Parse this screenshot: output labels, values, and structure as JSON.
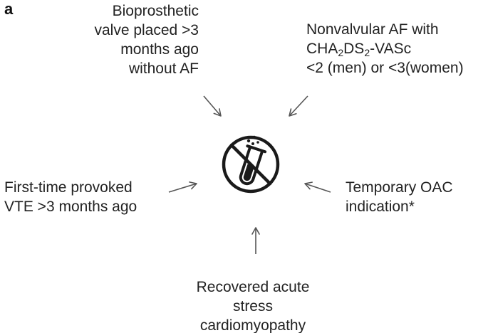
{
  "panel_label": "a",
  "nodes": {
    "bioprosthetic": {
      "lines": [
        "Bioprosthetic",
        "valve placed >3",
        "months ago",
        "without AF"
      ]
    },
    "nonvalvular_af": {
      "line1": "Nonvalvular AF with",
      "line2_prefix": "CHA",
      "line2_sub1": "2",
      "line2_mid": "DS",
      "line2_sub2": "2",
      "line2_suffix": "-VASc",
      "line3": "<2 (men) or <3(women)"
    },
    "vte": {
      "lines": [
        "First-time provoked",
        "VTE >3 months ago"
      ]
    },
    "temporary_oac": {
      "lines": [
        "Temporary OAC",
        "indication*"
      ]
    },
    "cardiomyopathy": {
      "lines": [
        "Recovered acute",
        "stress",
        "cardiomyopathy"
      ]
    }
  },
  "center_icon": "no-anticoagulant-vial-icon",
  "colors": {
    "text": "#222222",
    "arrow": "#555555",
    "icon": "#1a1a1a"
  }
}
